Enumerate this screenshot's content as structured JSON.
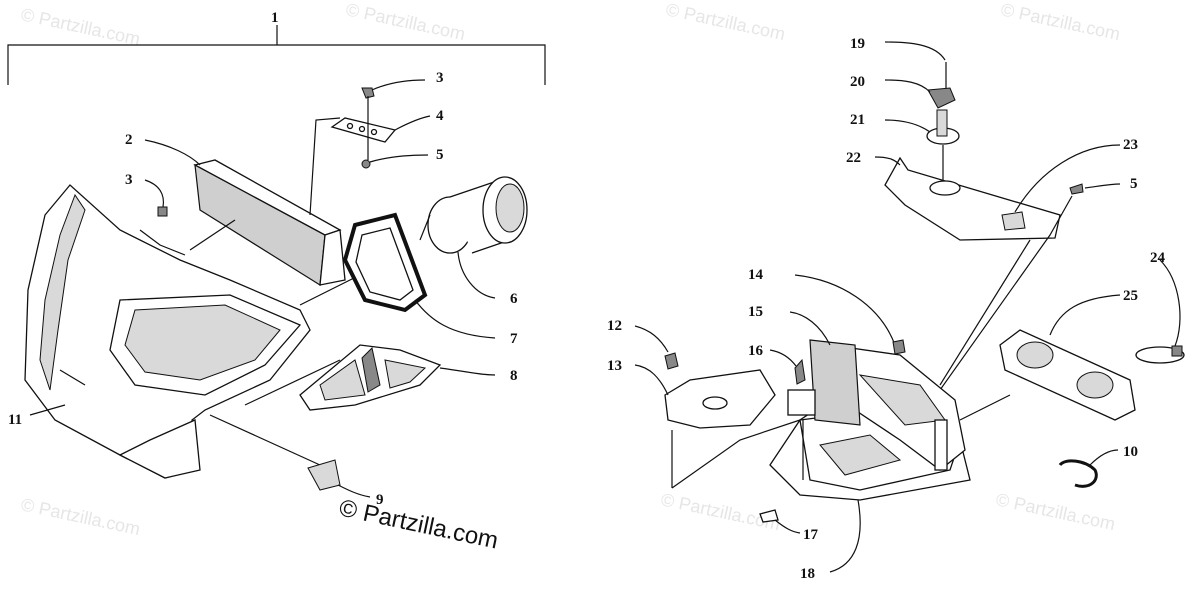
{
  "diagram": {
    "callouts": {
      "c1": "1",
      "c2": "2",
      "c3a": "3",
      "c3b": "3",
      "c4": "4",
      "c5a": "5",
      "c5b": "5",
      "c6": "6",
      "c7": "7",
      "c8": "8",
      "c9": "9",
      "c10": "10",
      "c11": "11",
      "c12": "12",
      "c13": "13",
      "c14": "14",
      "c15": "15",
      "c16": "16",
      "c17": "17",
      "c18": "18",
      "c19": "19",
      "c20": "20",
      "c21": "21",
      "c22": "22",
      "c23": "23",
      "c24": "24",
      "c25": "25"
    },
    "watermark": {
      "background_text": "© Partzilla.com",
      "main_text": "© Partzilla.com"
    }
  }
}
